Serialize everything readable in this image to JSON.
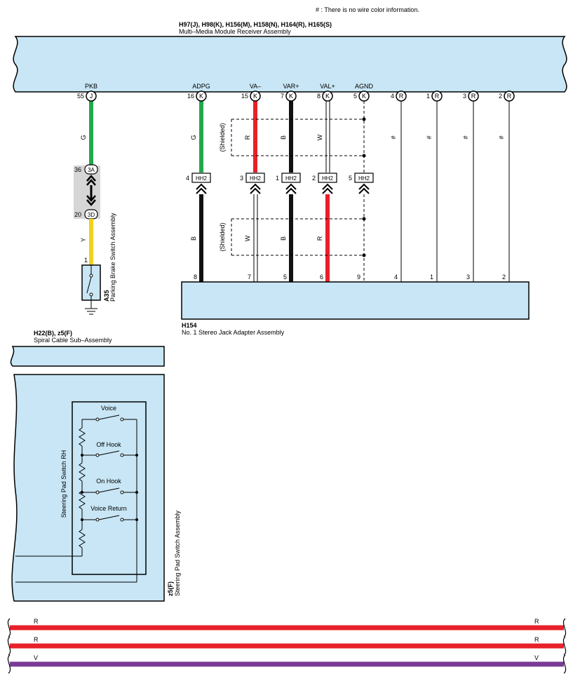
{
  "note": "# : There is no wire color information.",
  "receiver": {
    "codes": "H97(J), H98(K), H156(M), H158(N), H164(R), H165(S)",
    "name": "Multi–Media Module Receiver Assembly"
  },
  "terminals": [
    {
      "label": "PKB",
      "pin": "55",
      "conn": "J"
    },
    {
      "label": "ADPG",
      "pin": "16",
      "conn": "K"
    },
    {
      "label": "VA–",
      "pin": "15",
      "conn": "K"
    },
    {
      "label": "VAR+",
      "pin": "7",
      "conn": "K"
    },
    {
      "label": "VAL+",
      "pin": "8",
      "conn": "K"
    },
    {
      "label": "AGND",
      "pin": "5",
      "conn": "K"
    },
    {
      "label": "",
      "pin": "4",
      "conn": "R"
    },
    {
      "label": "",
      "pin": "1",
      "conn": "R"
    },
    {
      "label": "",
      "pin": "3",
      "conn": "R"
    },
    {
      "label": "",
      "pin": "2",
      "conn": "R"
    }
  ],
  "wire_colors_upper": [
    "G",
    "G",
    "R",
    "B",
    "W",
    "#",
    "#",
    "#",
    "#"
  ],
  "wire_colors_lower": [
    "Y",
    "B",
    "W",
    "B",
    "R"
  ],
  "shielded": "(Shielded)",
  "junction": {
    "top_pin": "36",
    "top_conn": "3A",
    "bottom_pin": "20",
    "bottom_conn": "3D"
  },
  "hh2": [
    {
      "pin": "4",
      "label": "HH2"
    },
    {
      "pin": "3",
      "label": "HH2"
    },
    {
      "pin": "1",
      "label": "HH2"
    },
    {
      "pin": "2",
      "label": "HH2"
    },
    {
      "pin": "5",
      "label": "HH2"
    }
  ],
  "jack": {
    "code": "H154",
    "name": "No. 1 Stereo Jack Adapter Assembly",
    "pins": [
      "8",
      "7",
      "5",
      "6",
      "9",
      "4",
      "1",
      "3",
      "2"
    ]
  },
  "parking": {
    "pin": "1",
    "code": "A35",
    "name": "Parking Brake Switch Assembly"
  },
  "spiral": {
    "codes": "H22(B), z5(F)",
    "name": "Spiral Cable Sub–Assembly"
  },
  "steering": {
    "rh": "Steering Pad Switch RH",
    "switches": [
      "Voice",
      "Off Hook",
      "On Hook",
      "Voice Return"
    ],
    "code": "z5(F)",
    "name": "Steering Pad Switch Assembly"
  },
  "bottom_wires": [
    {
      "color_label": "R",
      "color": "#e8202a"
    },
    {
      "color_label": "R",
      "color": "#e8202a"
    },
    {
      "color_label": "V",
      "color": "#7a3a96"
    }
  ],
  "colors": {
    "module_fill": "#c8e6f5",
    "green": "#22a84a",
    "yellow": "#f2d11c",
    "red": "#e8202a",
    "black": "#111111",
    "violet": "#7a3a96",
    "junction_fill": "#d6d6d6"
  }
}
